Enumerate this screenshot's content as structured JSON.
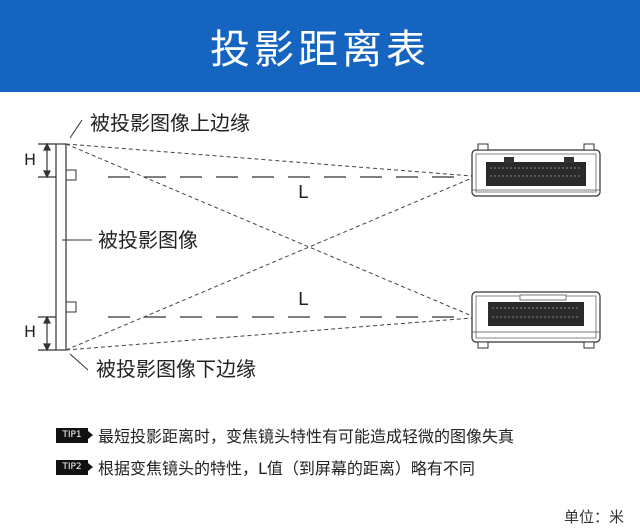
{
  "header": {
    "title": "投影距离表"
  },
  "diagram": {
    "labels": {
      "top_edge": "被投影图像上边缘",
      "image": "被投影图像",
      "bottom_edge": "被投影图像下边缘",
      "h_top": "H",
      "h_bottom": "H",
      "l_top": "L",
      "l_bottom": "L"
    }
  },
  "tips": [
    {
      "badge": "TIP1",
      "text": "最短投影距离时，变焦镜头特性有可能造成轻微的图像失真"
    },
    {
      "badge": "TIP2",
      "text": "根据变焦镜头的特性，L值（到屏幕的距离）略有不同"
    }
  ],
  "unit": "单位：米",
  "colors": {
    "header_bg": "#1565c0",
    "line": "#333333"
  }
}
